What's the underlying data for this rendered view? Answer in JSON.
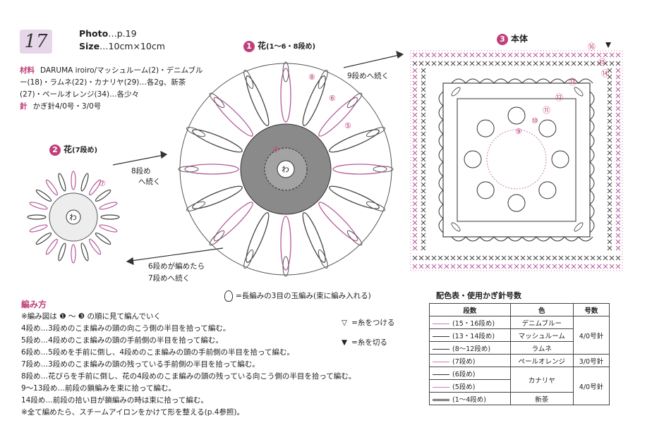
{
  "pattern_number": "17",
  "meta": {
    "photo_label": "Photo",
    "photo_value": "…p.19",
    "size_label": "Size",
    "size_value": "…10cm×10cm"
  },
  "materials": {
    "label": "材料",
    "text": "DARUMA iroiro/マッシュルーム(2)・デニムブルー(18)・ラムネ(22)・カナリヤ(29)…各2g、新茶(27)・ペールオレンジ(34)…各少々",
    "needle_label": "針",
    "needle_text": "かぎ針4/0号・3/0号"
  },
  "sections": {
    "s1_num": "1",
    "s1_title": "花",
    "s1_sub": "(1〜6・8段め)",
    "s2_num": "2",
    "s2_title": "花",
    "s2_sub": "(7段め)",
    "s3_num": "3",
    "s3_title": "本体"
  },
  "arrows": {
    "to_flower1_a": "8段め",
    "to_flower1_b": "へ続く",
    "to_body": "9段めへ続く",
    "to_flower2_a": "6段めが編めたら",
    "to_flower2_b": "7段めへ続く"
  },
  "diagram_labels": {
    "center": "わ",
    "rounds_body": [
      "⑯",
      "⑮",
      "⑭",
      "⑬",
      "⑫",
      "⑪",
      "⑩",
      "⑨"
    ],
    "rounds_flower": [
      "⑧",
      "⑥",
      "⑤",
      "④"
    ],
    "round_flower2": "⑦"
  },
  "symbol_notes": {
    "puff": "=長編みの3目の玉編み(束に編み入れる)",
    "attach": "=糸をつける",
    "cut": "=糸を切る",
    "attach_symbol": "▽",
    "cut_symbol": "▼"
  },
  "instructions": {
    "title": "編み方",
    "lines": [
      "※編み図は ❶ 〜 ❸ の順に見て編んでいく",
      "4段め…3段めのこま編みの頭の向こう側の半目を拾って編む。",
      "5段め…4段めのこま編みの頭の手前側の半目を拾って編む。",
      "6段め…5段めを手前に倒し、4段めのこま編みの頭の手前側の半目を拾って編む。",
      "7段め…3段めのこま編みの頭の残っている手前側の半目を拾って編む。",
      "8段め…花びらを手前に倒し、花の4段めのこま編みの頭の残っている向こう側の半目を拾って編む。",
      "9〜13段め…前段の鎖編みを束に拾って編む。",
      "14段め…前段の拾い目が鎖編みの時は束に拾って編む。",
      "※全て編めたら、スチームアイロンをかけて形を整える(p.4参照)。"
    ]
  },
  "legend": {
    "title": "配色表・使用かぎ針号数",
    "headers": [
      "段数",
      "色",
      "号数"
    ],
    "rows": [
      {
        "rounds": "(15・16段め)",
        "color": "デニムブルー",
        "line_color": "#c77fb3"
      },
      {
        "rounds": "(13・14段め)",
        "color": "マッシュルーム",
        "line_color": "#333333"
      },
      {
        "rounds": "(8〜12段め)",
        "color": "ラムネ",
        "line_color": "#333333"
      },
      {
        "rounds": "(7段め)",
        "color": "ペールオレンジ",
        "line_color": "#c77fb3"
      },
      {
        "rounds": "(6段め)",
        "color": "カナリヤ",
        "line_color": "#333333"
      },
      {
        "rounds": "(5段め)",
        "color": "",
        "line_color": "#c77fb3"
      },
      {
        "rounds": "(1〜4段め)",
        "color": "新茶",
        "line_color": "#333333"
      }
    ],
    "needle_a": "4/0号針",
    "needle_b": "3/0号針",
    "needle_c": "4/0号針"
  }
}
